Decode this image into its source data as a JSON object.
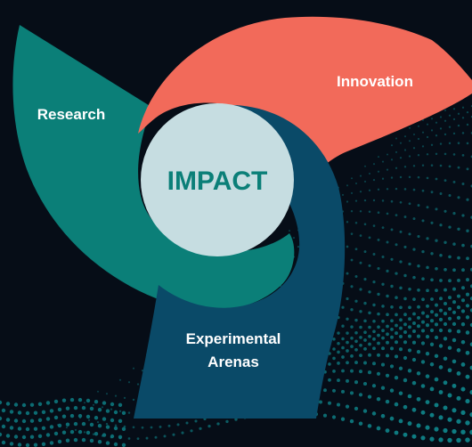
{
  "diagram": {
    "center": {
      "label": "IMPACT"
    },
    "segments": [
      {
        "key": "research",
        "label": "Research"
      },
      {
        "key": "innovation",
        "label": "Innovation"
      },
      {
        "key": "experimental",
        "label_lines": [
          "Experimental",
          "Arenas"
        ]
      }
    ]
  },
  "colors": {
    "background": "#060d17",
    "dots": "#0e7c82",
    "research": "#0b7f78",
    "innovation": "#f26a5a",
    "experimental": "#0a4a68",
    "center_fill": "#c6dde1",
    "center_text": "#0b7f78",
    "label_text": "#ffffff"
  }
}
